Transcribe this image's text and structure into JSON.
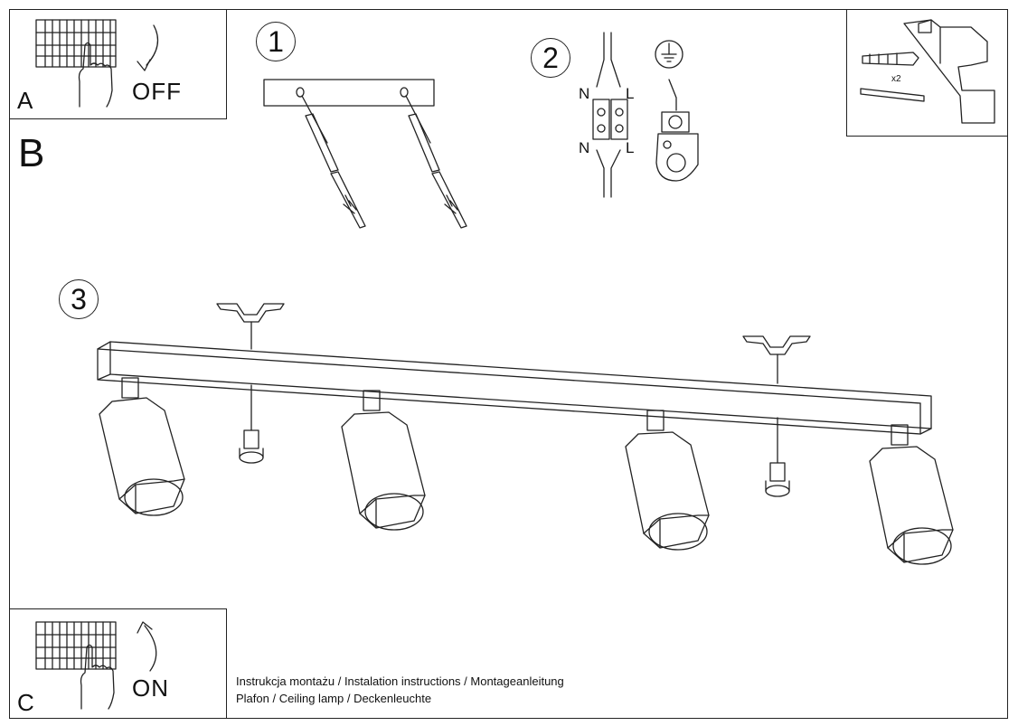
{
  "panels": {
    "a": {
      "letter": "A",
      "action": "OFF"
    },
    "b": {
      "letter": "B"
    },
    "c": {
      "letter": "C",
      "action": "ON"
    }
  },
  "steps": [
    "1",
    "2",
    "3"
  ],
  "wiring": {
    "neutral": "N",
    "live": "L"
  },
  "tools": {
    "quantity": "x2"
  },
  "footer": {
    "line1": "Instrukcja montażu / Instalation instructions / Montageanleitung",
    "line2": "Plafon / Ceiling lamp / Deckenleuchte"
  }
}
